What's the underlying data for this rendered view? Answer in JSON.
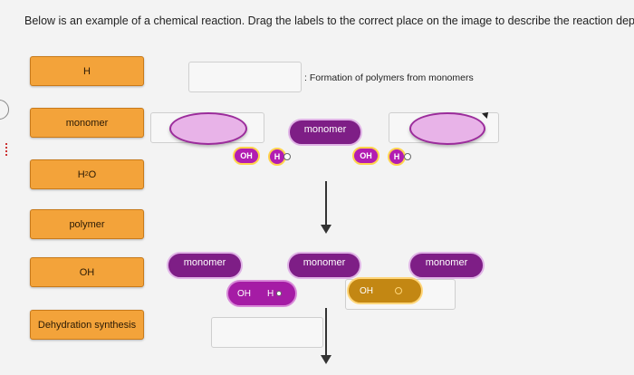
{
  "instructions": "Below is an example of a chemical reaction. Drag the labels to the correct place on the image to describe the reaction depic",
  "labels": [
    "H",
    "monomer",
    "H2O",
    "polymer",
    "OH",
    "Dehydration synthesis"
  ],
  "h2o_main": "H",
  "h2o_sub": "2",
  "h2o_end": "O",
  "caption": ": Formation of polymers from monomers",
  "diagram": {
    "monomer": "monomer",
    "oh": "OH",
    "h": "H"
  },
  "colors": {
    "label_bg": "#f3a33a",
    "monomer_dark": "#7e1e86",
    "monomer_light": "#e8b3e8",
    "gold": "#c38713"
  }
}
